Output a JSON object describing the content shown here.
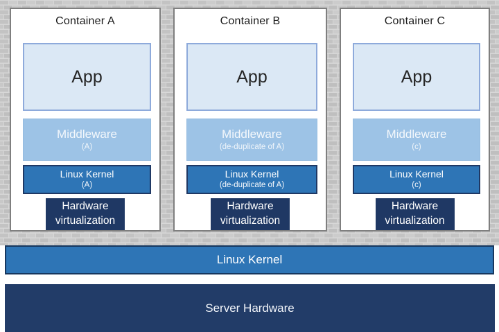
{
  "containers": [
    {
      "title": "Container A",
      "app_label": "App",
      "middleware_label": "Middleware",
      "middleware_note": "(A)",
      "kernel_label": "Linux Kernel",
      "kernel_note": "(A)",
      "hw_label": "Hardware virtualization"
    },
    {
      "title": "Container B",
      "app_label": "App",
      "middleware_label": "Middleware",
      "middleware_note": "(de-duplicate of A)",
      "kernel_label": "Linux Kernel",
      "kernel_note": "(de-duplicate of A)",
      "hw_label": "Hardware virtualization"
    },
    {
      "title": "Container C",
      "app_label": "App",
      "middleware_label": "Middleware",
      "middleware_note": "(c)",
      "kernel_label": "Linux Kernel",
      "kernel_note": "(c)",
      "hw_label": "Hardware virtualization"
    }
  ],
  "host": {
    "kernel_bar_label": "Linux Kernel",
    "server_bar_label": "Server Hardware"
  },
  "colors": {
    "app_fill": "#dbe8f5",
    "app_border": "#8eaadb",
    "middleware_fill": "#9dc3e6",
    "kernel_fill": "#2e75b6",
    "navy": "#1f3864",
    "server_bar_fill": "#223c68",
    "container_border": "#7f7f7f",
    "brick_base": "#c9c9c9"
  }
}
